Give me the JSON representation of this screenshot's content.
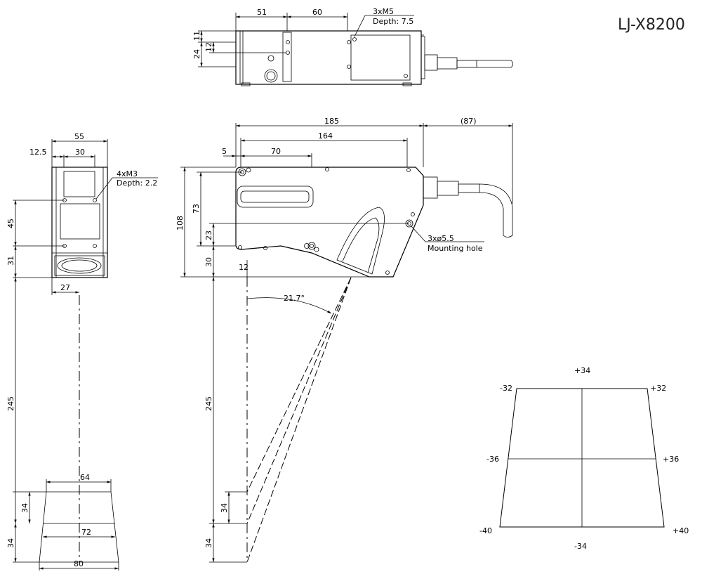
{
  "title": "LJ-X8200",
  "top_view": {
    "dim_51": "51",
    "dim_60": "60",
    "dim_11": "11",
    "dim_12": "12",
    "dim_24": "24",
    "note_line1": "3xM5",
    "note_line2": "Depth: 7.5"
  },
  "front_view": {
    "dim_55": "55",
    "dim_12_5": "12.5",
    "dim_30": "30",
    "dim_45": "45",
    "dim_31": "31",
    "dim_27": "27",
    "note_line1": "4xM3",
    "note_line2": "Depth: 2.2",
    "dim_245": "245",
    "dim_64": "64",
    "dim_34a": "34",
    "dim_72": "72",
    "dim_34b": "34",
    "dim_80": "80"
  },
  "side_view": {
    "dim_185": "185",
    "dim_87": "(87)",
    "dim_164": "164",
    "dim_5": "5",
    "dim_70": "70",
    "dim_108": "108",
    "dim_73": "73",
    "dim_23": "23",
    "dim_30": "30",
    "dim_12": "12",
    "note_hole1": "3xø5.5",
    "note_hole2": "Mounting hole",
    "angle": "21.7°",
    "dim_245": "245",
    "dim_34a": "34",
    "dim_34b": "34"
  },
  "range_view": {
    "top": "+34",
    "bottom": "-34",
    "top_left": "-32",
    "top_right": "+32",
    "mid_left": "-36",
    "mid_right": "+36",
    "bot_left": "-40",
    "bot_right": "+40"
  }
}
